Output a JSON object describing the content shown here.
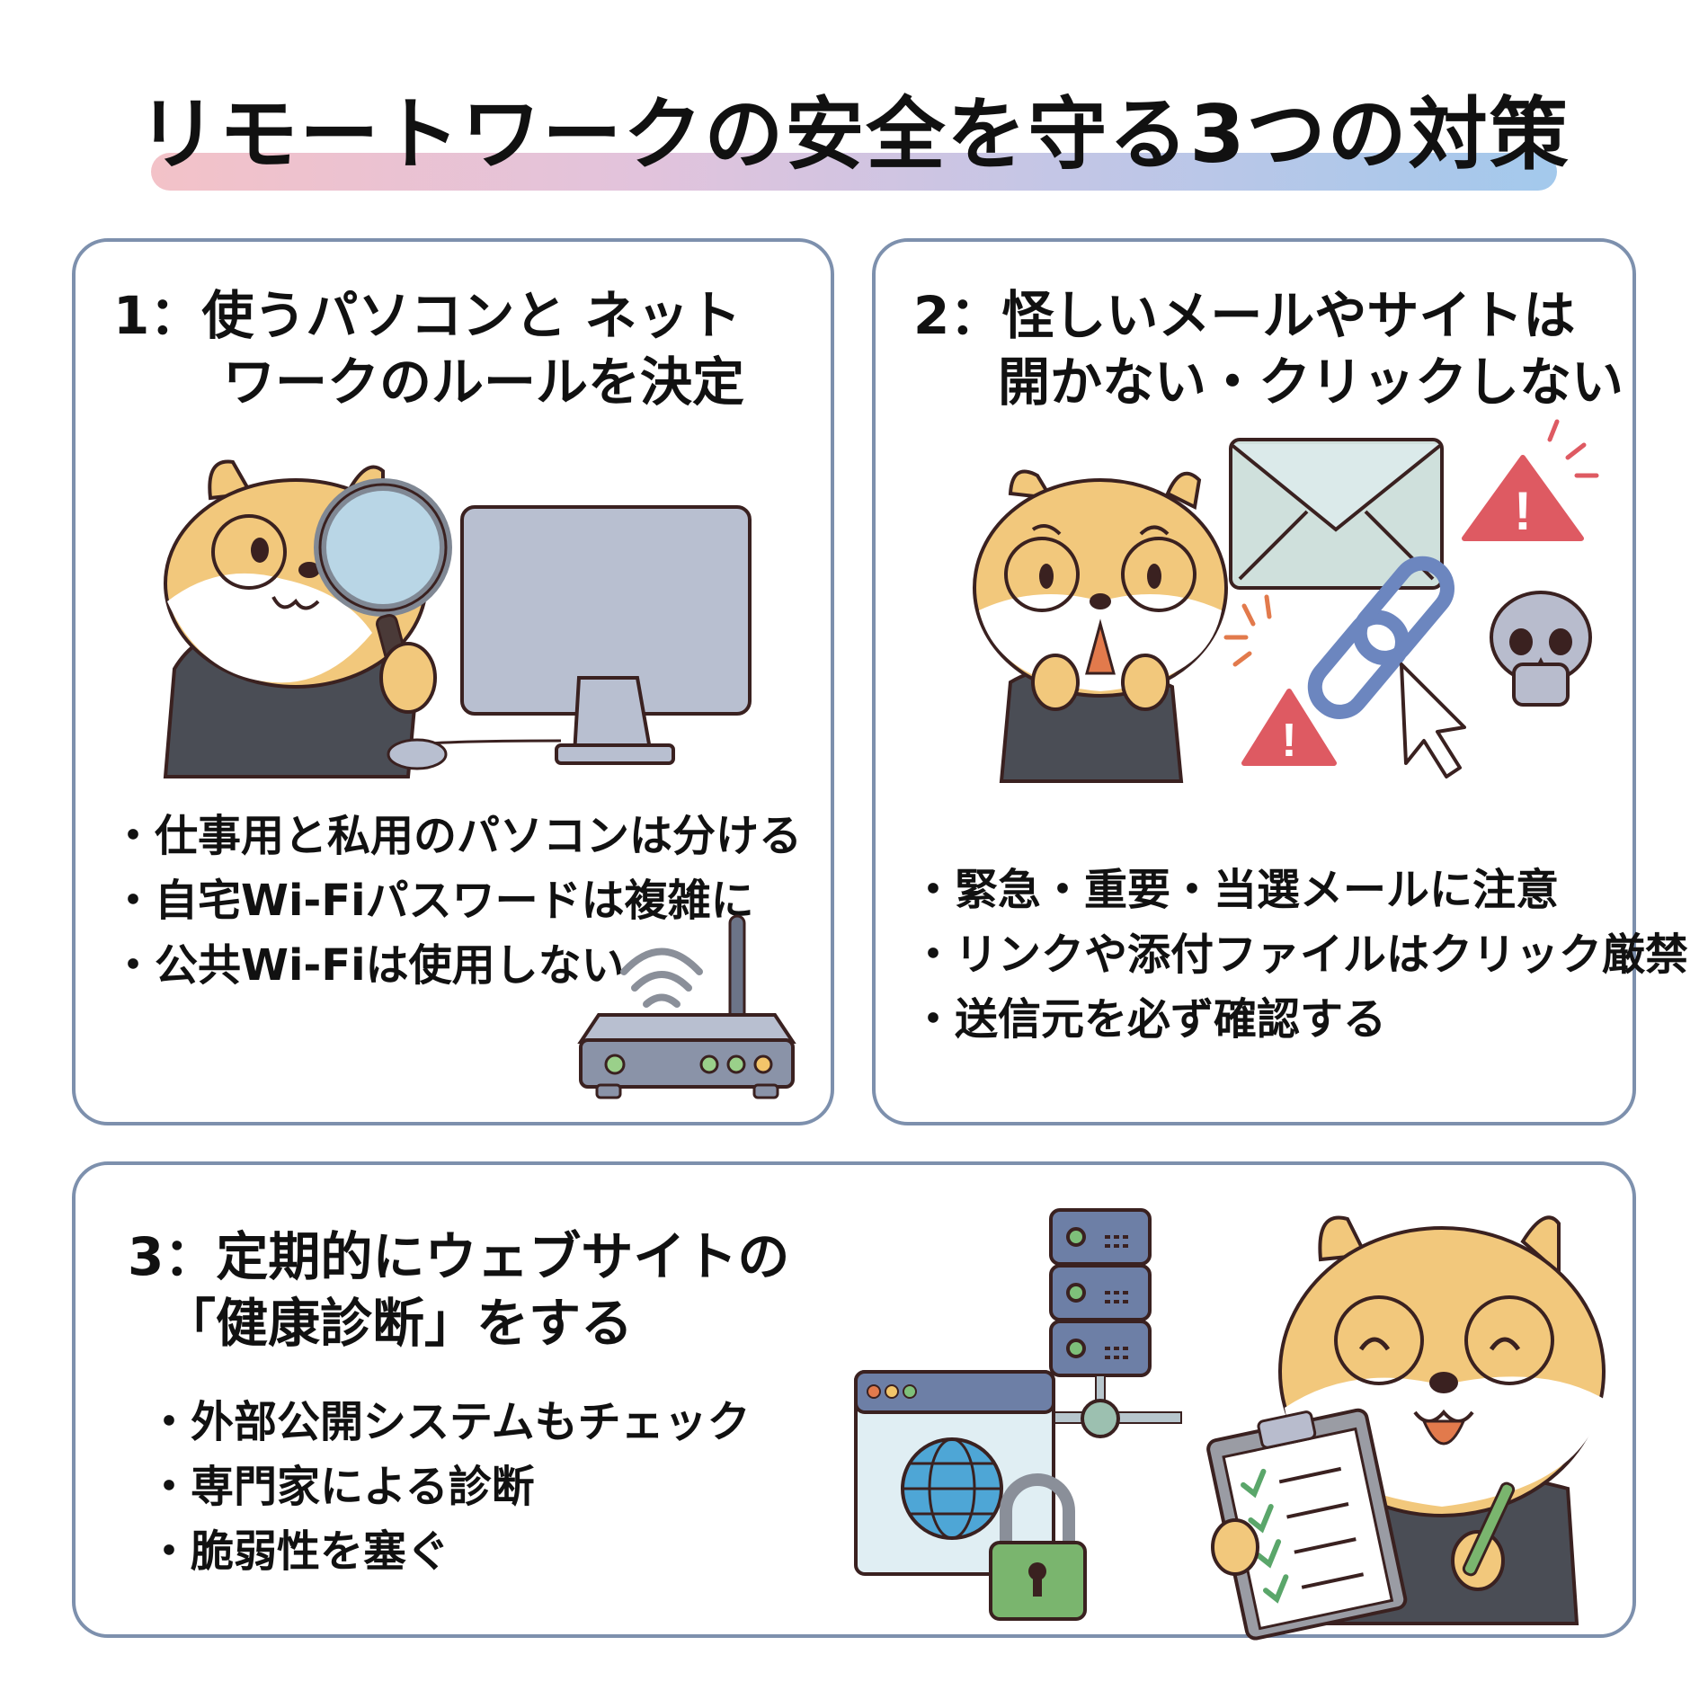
{
  "header": {
    "title": "リモートワークの安全を守る3つの対策",
    "underline_gradient": [
      "#f3c2c8",
      "#e2c3dc",
      "#c3c6e6",
      "#a3c9ec"
    ]
  },
  "colors": {
    "card_border": "#7d90ad",
    "mascot_fur": "#f2c87c",
    "mascot_hoodie": "#4a4d55",
    "outline": "#3a2120",
    "warning_red": "#de5a62",
    "check_green": "#5aa66a"
  },
  "cards": [
    {
      "number": "1：",
      "title_line1": "使うパソコンと ネット",
      "title_line2": "ワークのルールを決定",
      "bullets": [
        "仕事用と私用のパソコンは分ける",
        "自宅Wi-Fiパスワードは複雑に",
        "公共Wi-Fiは使用しない"
      ],
      "icons": [
        "mascot-with-magnifier",
        "desktop-monitor",
        "mouse",
        "wifi-router"
      ]
    },
    {
      "number": "2：",
      "title_line1": "怪しいメールやサイトは",
      "title_line2": "開かない・クリックしない",
      "bullets": [
        "緊急・重要・当選メールに注意",
        "リンクや添付ファイルはクリック厳禁",
        "送信元を必ず確認する"
      ],
      "icons": [
        "shocked-mascot",
        "envelope",
        "warning-triangle",
        "chain-link",
        "cursor-arrow",
        "skull"
      ]
    },
    {
      "number": "3：",
      "title_line1": "定期的にウェブサイトの",
      "title_line2": "「健康診断」をする",
      "bullets": [
        "外部公開システムもチェック",
        "専門家による診断",
        "脆弱性を塞ぐ"
      ],
      "icons": [
        "server-stack",
        "browser-window-globe",
        "padlock",
        "happy-mascot-clipboard"
      ]
    }
  ]
}
